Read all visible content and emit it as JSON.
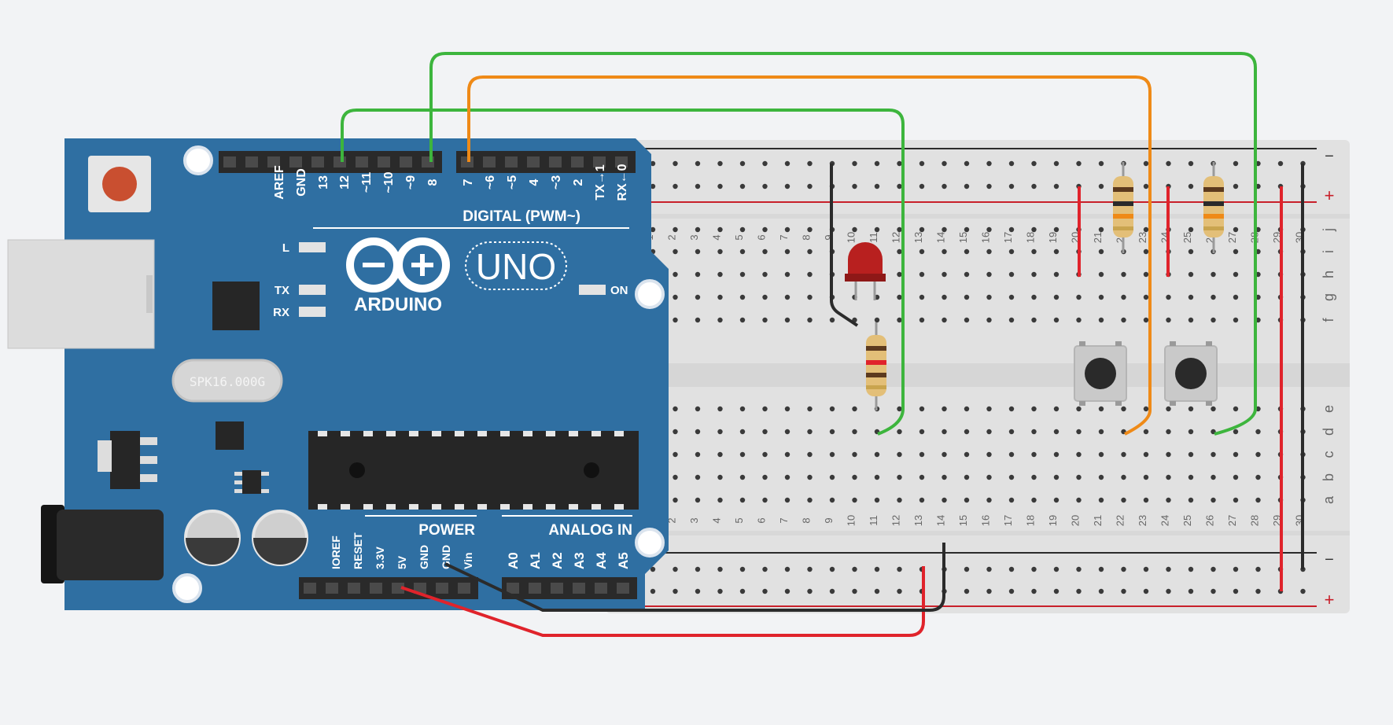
{
  "board": {
    "model": "UNO",
    "brand": "ARDUINO",
    "digital_label": "DIGITAL (PWM~)",
    "power_label": "POWER",
    "analog_label": "ANALOG IN",
    "led_labels": [
      "L",
      "TX",
      "RX"
    ],
    "on_label": "ON",
    "crystal": "SPK16.000G",
    "digital_pins": [
      "AREF",
      "GND",
      "13",
      "12",
      "~11",
      "~10",
      "~9",
      "8",
      "7",
      "~6",
      "~5",
      "4",
      "~3",
      "2",
      "TX→1",
      "RX←0"
    ],
    "power_pins": [
      "IOREF",
      "RESET",
      "3.3V",
      "5V",
      "GND",
      "GND",
      "Vin"
    ],
    "analog_pins": [
      "A0",
      "A1",
      "A2",
      "A3",
      "A4",
      "A5"
    ]
  },
  "breadboard": {
    "row_letters_top": [
      "j",
      "i",
      "h",
      "g",
      "f"
    ],
    "row_letters_bottom": [
      "e",
      "d",
      "c",
      "b",
      "a"
    ],
    "rail_minus": "−",
    "rail_plus": "+",
    "column_count": 30
  },
  "components": {
    "led_color": "#b8201f",
    "wire_colors": {
      "green": "#3db53d",
      "orange": "#ef8a17",
      "red": "#e0232b",
      "black": "#2b2b2b"
    },
    "board_color": "#2f6fa2"
  }
}
